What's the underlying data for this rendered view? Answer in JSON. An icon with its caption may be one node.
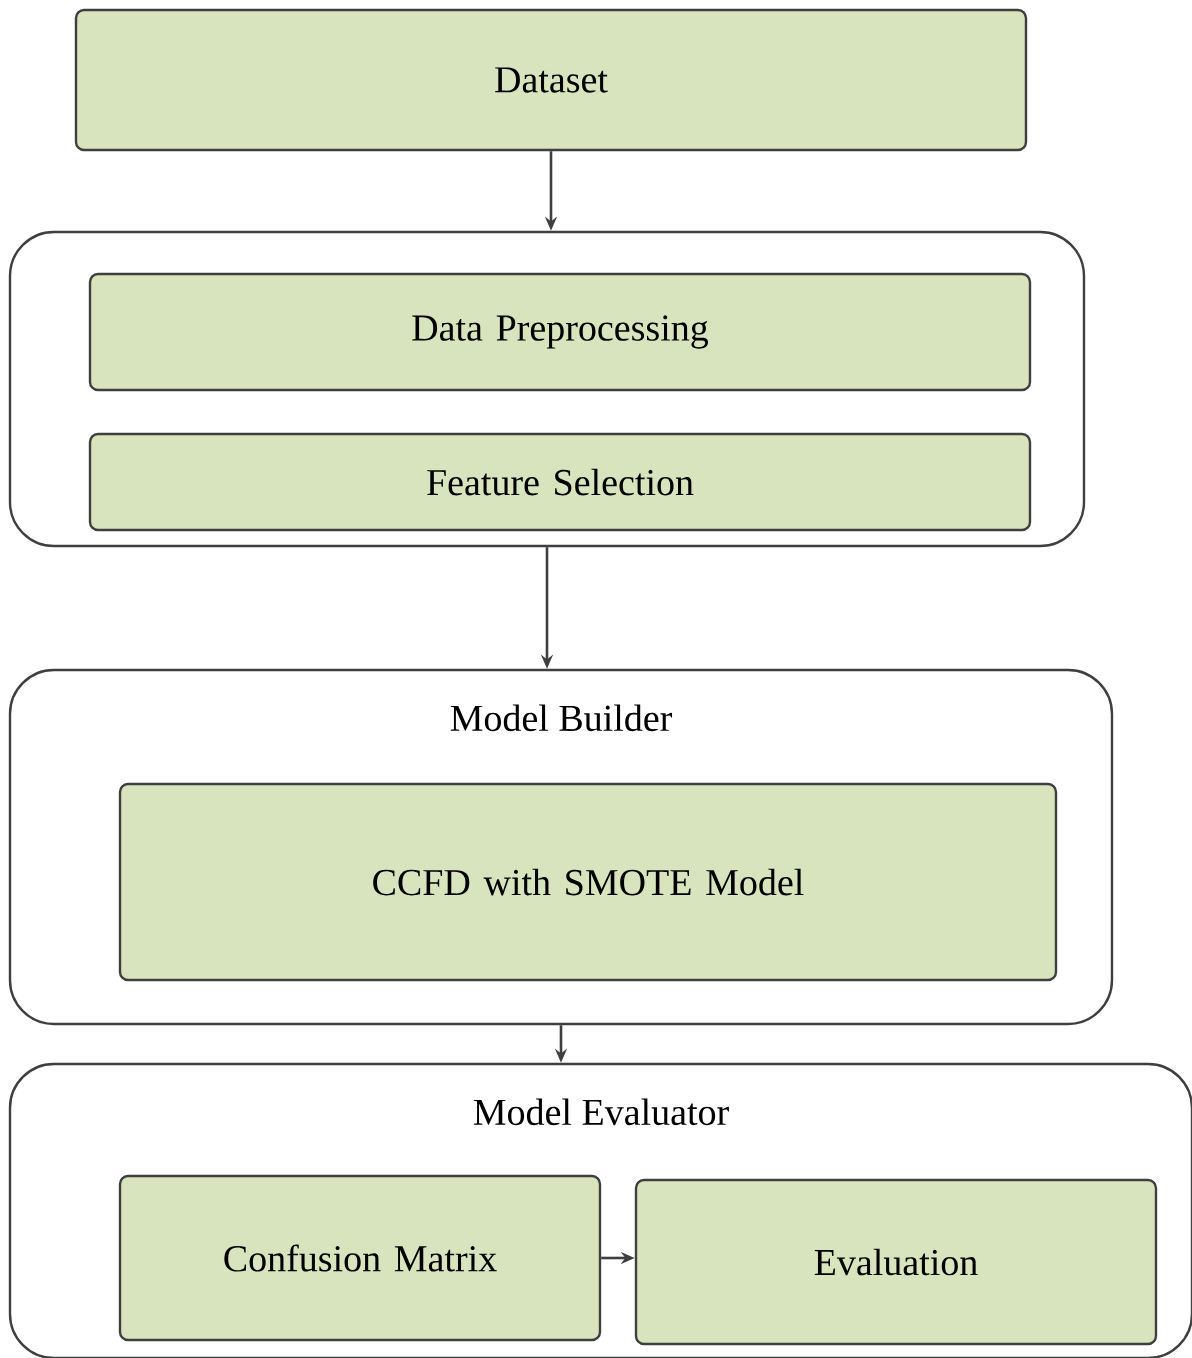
{
  "diagram": {
    "nodes": [
      {
        "text": [
          "Dataset"
        ]
      },
      {
        "text": [],
        "shape": "box"
      },
      {
        "text": [
          "Data Preprocessing"
        ],
        "in": 1
      },
      {
        "text": [
          "Feature Selection"
        ],
        "in": 1
      },
      {
        "text": [
          "Model Builder"
        ]
      },
      {
        "text": [
          "CCFD with SMOTE Model"
        ],
        "in": 4
      },
      {
        "text": [
          "Model Evaluator"
        ]
      },
      {
        "text": [
          "Confusion Matrix"
        ],
        "in": 6
      },
      {
        "text": [
          "Evaluation"
        ],
        "in": 6
      }
    ],
    "edges": [
      {
        "from": 0,
        "to": 1,
        "arrow": "to"
      },
      {
        "from": 1,
        "to": 4,
        "arrow": "to"
      },
      {
        "from": 4,
        "to": 6,
        "arrow": "to"
      },
      {
        "from": 7,
        "to": 8,
        "arrow": "to"
      }
    ]
  }
}
